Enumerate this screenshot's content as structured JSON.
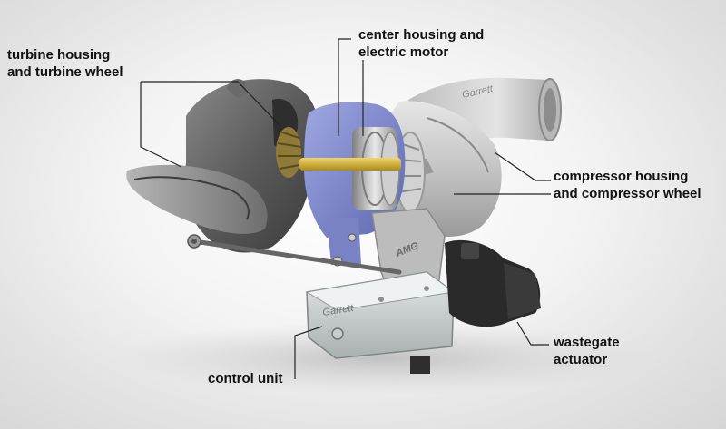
{
  "labels": {
    "turbine": {
      "line1": "turbine housing",
      "line2": "and turbine wheel"
    },
    "center": {
      "line1": "center housing and",
      "line2": "electric motor"
    },
    "compressor": {
      "line1": "compressor housing",
      "line2": "and compressor wheel"
    },
    "wastegate": {
      "line1": "wastegate",
      "line2": "actuator"
    },
    "control": {
      "line1": "control unit"
    }
  },
  "branding": {
    "compressor_logo": "Garrett",
    "control_unit_logo": "Garrett",
    "bracket_logo": "AMG"
  },
  "colors": {
    "background": "#ececec",
    "label_text": "#111111",
    "leader_line": "#222222",
    "center_housing": "#7b86cc",
    "turbine_metal": "#5d5d5d",
    "compressor_metal": "#c9c9c9",
    "actuator": "#262626"
  }
}
